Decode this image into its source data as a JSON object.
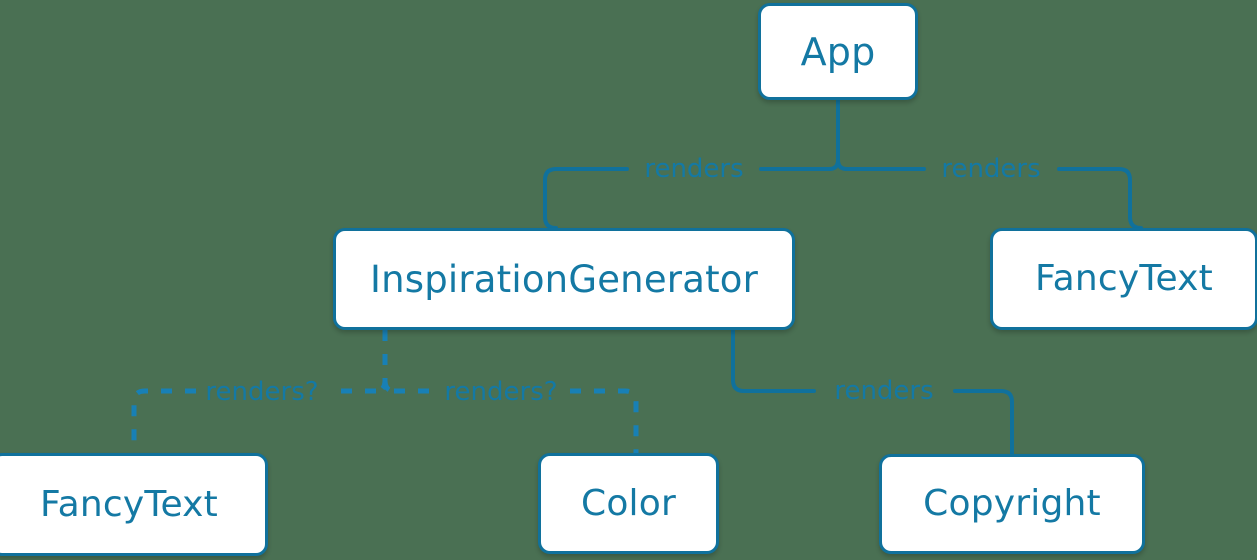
{
  "diagram": {
    "title": "React component render tree",
    "type": "tree",
    "background_color": "#4a7053",
    "node_fill_color": "#ffffff",
    "node_border_color": "#10719c",
    "text_color": "#1479a4",
    "edge_color": "#10719c",
    "nodes": [
      {
        "id": "app",
        "label": "App"
      },
      {
        "id": "inspgen",
        "label": "InspirationGenerator"
      },
      {
        "id": "fancytext-right",
        "label": "FancyText"
      },
      {
        "id": "fancytext-left",
        "label": "FancyText"
      },
      {
        "id": "color",
        "label": "Color"
      },
      {
        "id": "copyright",
        "label": "Copyright"
      }
    ],
    "edges": [
      {
        "from": "app",
        "to": "inspgen",
        "label": "renders",
        "style": "solid"
      },
      {
        "from": "app",
        "to": "fancytext-right",
        "label": "renders",
        "style": "solid"
      },
      {
        "from": "inspgen",
        "to": "fancytext-left",
        "label": "renders?",
        "style": "dashed"
      },
      {
        "from": "inspgen",
        "to": "color",
        "label": "renders?",
        "style": "dashed"
      },
      {
        "from": "inspgen",
        "to": "copyright",
        "label": "renders",
        "style": "solid"
      }
    ]
  }
}
